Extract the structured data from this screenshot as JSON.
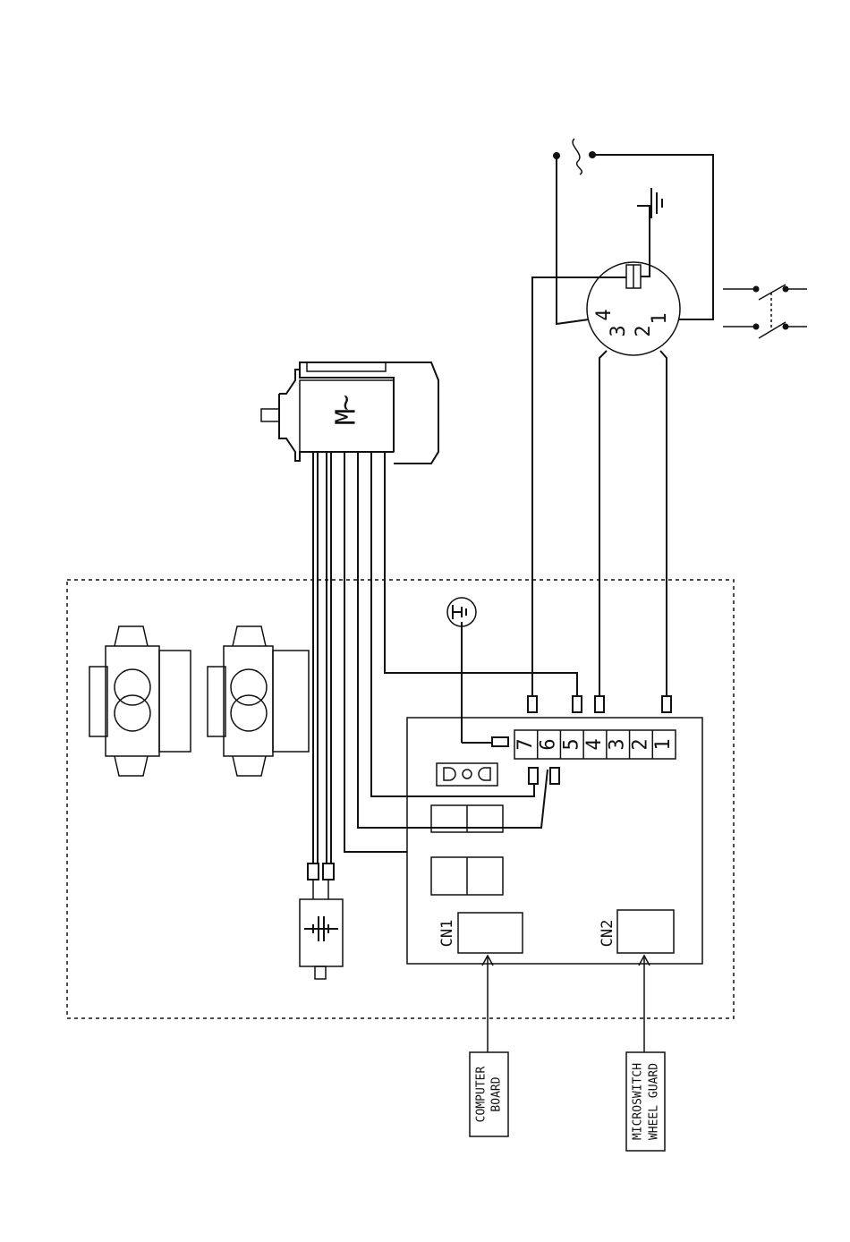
{
  "motor": {
    "label": "M",
    "symbol": "~"
  },
  "terminal_block": {
    "numbers": [
      "7",
      "6",
      "5",
      "4",
      "3",
      "2",
      "1"
    ]
  },
  "connectors": {
    "cn1": "CN1",
    "cn2": "CN2"
  },
  "boxes": {
    "computer_board": [
      "COMPUTER",
      "BOARD"
    ],
    "microswitch": [
      "MICROSWITCH",
      "WHEEL GUARD"
    ]
  },
  "socket": {
    "pins": [
      "4",
      "3",
      "2",
      "1"
    ]
  },
  "colors": {
    "line": "#111111",
    "background": "#ffffff"
  }
}
